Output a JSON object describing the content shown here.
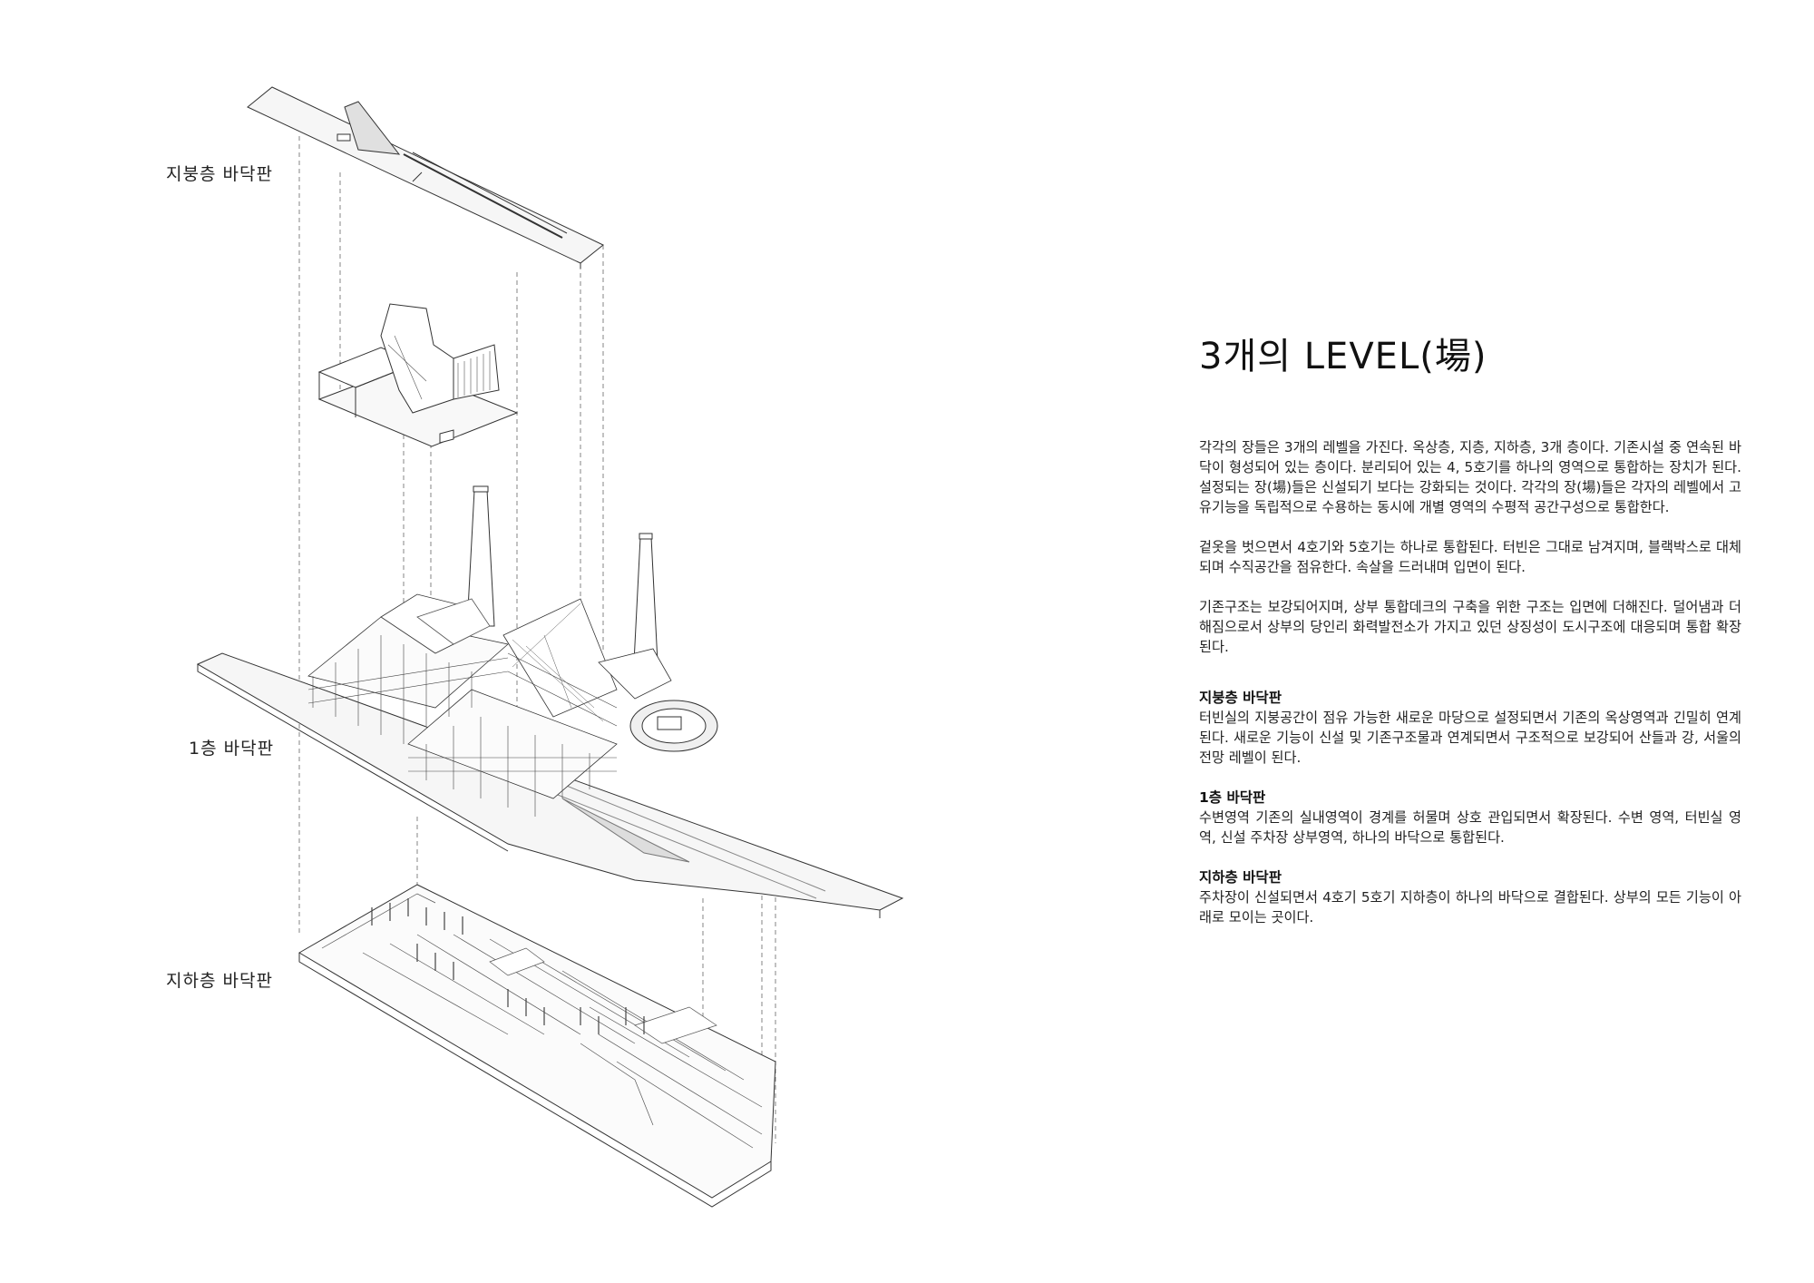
{
  "levels": {
    "roof": "지붕층 바닥판",
    "ground": "1층 바닥판",
    "basement": "지하층 바닥판"
  },
  "title": "3개의 LEVEL(場)",
  "paragraphs": [
    "각각의 장들은 3개의 레벨을 가진다. 옥상층, 지층, 지하층, 3개 층이다. 기존시설 중 연속된 바닥이 형성되어 있는 층이다. 분리되어 있는 4, 5호기를 하나의 영역으로 통합하는 장치가 된다. 설정되는 장(場)들은 신설되기 보다는 강화되는 것이다. 각각의 장(場)들은 각자의 레벨에서 고유기능을 독립적으로 수용하는 동시에 개별 영역의 수평적 공간구성으로 통합한다.",
    "겉옷을 벗으면서 4호기와 5호기는 하나로 통합된다. 터빈은 그대로 남겨지며, 블랙박스로 대체되며 수직공간을 점유한다. 속살을 드러내며 입면이 된다.",
    "기존구조는 보강되어지며, 상부 통합데크의 구축을 위한 구조는 입면에 더해진다. 덜어냄과 더해짐으로서 상부의 당인리 화력발전소가 가지고 있던 상징성이 도시구조에 대응되며 통합 확장된다."
  ],
  "sections": [
    {
      "heading": "지붕층 바닥판",
      "body": "터빈실의 지붕공간이 점유 가능한 새로운 마당으로 설정되면서 기존의 옥상영역과 긴밀히 연계된다. 새로운 기능이 신설 및 기존구조물과 연계되면서 구조적으로 보강되어 산들과 강, 서울의 전망 레벨이 된다."
    },
    {
      "heading": "1층 바닥판",
      "body": "수변영역 기존의 실내영역이 경계를 허물며 상호 관입되면서 확장된다. 수변 영역, 터빈실 영역, 신설 주차장 상부영역, 하나의 바닥으로 통합된다."
    },
    {
      "heading": "지하층 바닥판",
      "body": "주차장이 신설되면서 4호기 5호기 지하층이 하나의 바닥으로 결합된다. 상부의 모든 기능이 아래로 모이는 곳이다."
    }
  ],
  "colors": {
    "line": "#333333",
    "fill": "#f4f4f4",
    "text": "#1a1a1a"
  }
}
